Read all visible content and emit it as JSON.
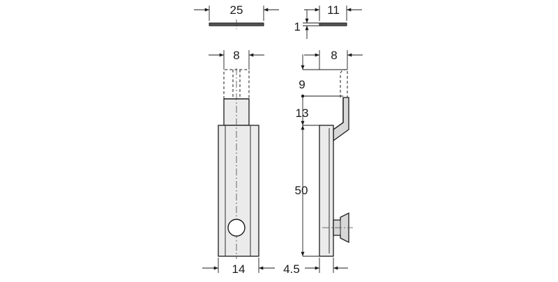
{
  "dimensions": {
    "top_plate_width": "25",
    "top_plate_thickness_width": "11",
    "top_plate_thickness": "1",
    "bolt_width_front": "8",
    "bolt_width_side": "8",
    "travel_top": "9",
    "travel_bottom": "13",
    "body_length": "50",
    "body_width": "14",
    "body_thickness": "4.5"
  }
}
